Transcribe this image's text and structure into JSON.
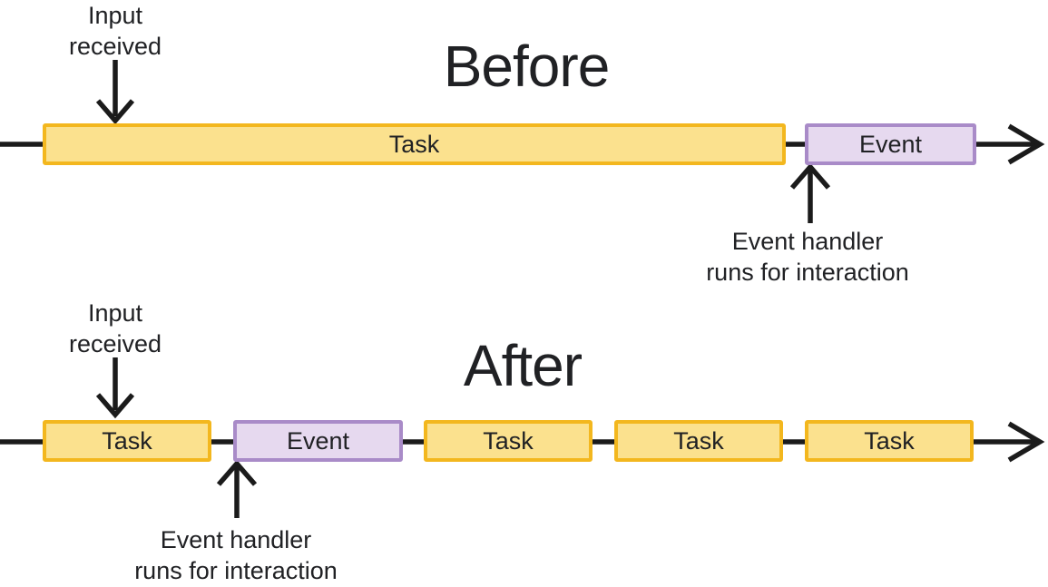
{
  "colors": {
    "task_fill": "#FBE18E",
    "task_border": "#F3B71E",
    "event_fill": "#E6D9EF",
    "event_border": "#A98BC8",
    "arrow": "#1B1B1B",
    "text": "#202124"
  },
  "before": {
    "title": "Before",
    "input_label": {
      "line1": "Input",
      "line2": "received"
    },
    "handler_label": {
      "line1": "Event handler",
      "line2": "runs for interaction"
    },
    "segments": [
      {
        "type": "task",
        "label": "Task"
      },
      {
        "type": "event",
        "label": "Event"
      }
    ]
  },
  "after": {
    "title": "After",
    "input_label": {
      "line1": "Input",
      "line2": "received"
    },
    "handler_label": {
      "line1": "Event handler",
      "line2": "runs for interaction"
    },
    "segments": [
      {
        "type": "task",
        "label": "Task"
      },
      {
        "type": "event",
        "label": "Event"
      },
      {
        "type": "task",
        "label": "Task"
      },
      {
        "type": "task",
        "label": "Task"
      },
      {
        "type": "task",
        "label": "Task"
      }
    ]
  }
}
